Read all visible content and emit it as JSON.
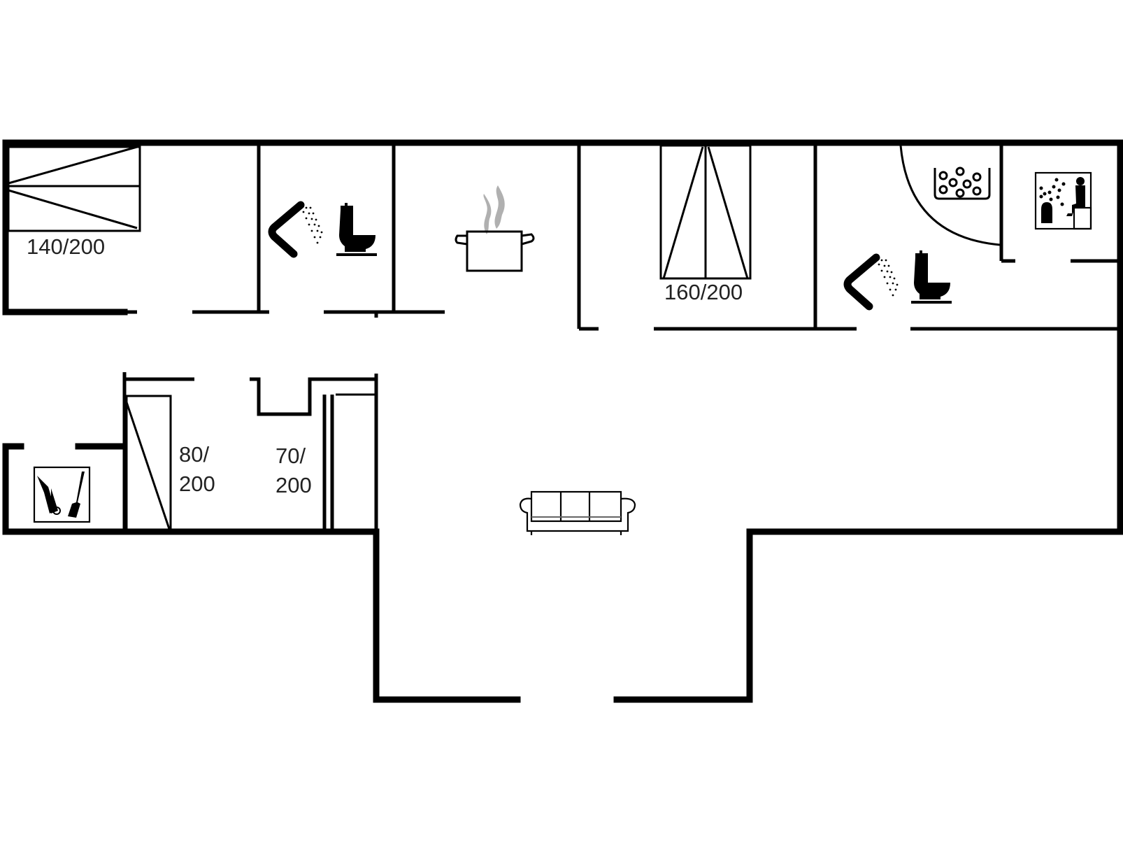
{
  "diagram": {
    "type": "floor-plan",
    "colors": {
      "wall": "#000000",
      "steam": "#b0b0b0",
      "background": "#ffffff"
    }
  },
  "rooms": [
    {
      "id": "bedroom-1",
      "bed_size": "140/200",
      "icon": "double-bed-icon"
    },
    {
      "id": "bathroom-1",
      "icons": [
        "shower-icon",
        "toilet-icon"
      ]
    },
    {
      "id": "kitchen",
      "icon": "cooking-pot-icon"
    },
    {
      "id": "bedroom-2",
      "bed_size": "160/200",
      "icon": "double-bed-icon"
    },
    {
      "id": "bathroom-2",
      "icons": [
        "shower-icon",
        "toilet-icon",
        "whirlpool-icon"
      ]
    },
    {
      "id": "sauna",
      "icon": "sauna-icon"
    },
    {
      "id": "utility-room",
      "icon": "cleaning-tools-icon"
    },
    {
      "id": "bedroom-3",
      "bed_size_line1": "80/",
      "bed_size_line2": "200",
      "icon": "single-bed-icon"
    },
    {
      "id": "bedroom-4",
      "bed_size_line1": "70/",
      "bed_size_line2": "200",
      "icon": "bunk-bed-icon"
    },
    {
      "id": "living-room",
      "icon": "sofa-icon"
    }
  ]
}
